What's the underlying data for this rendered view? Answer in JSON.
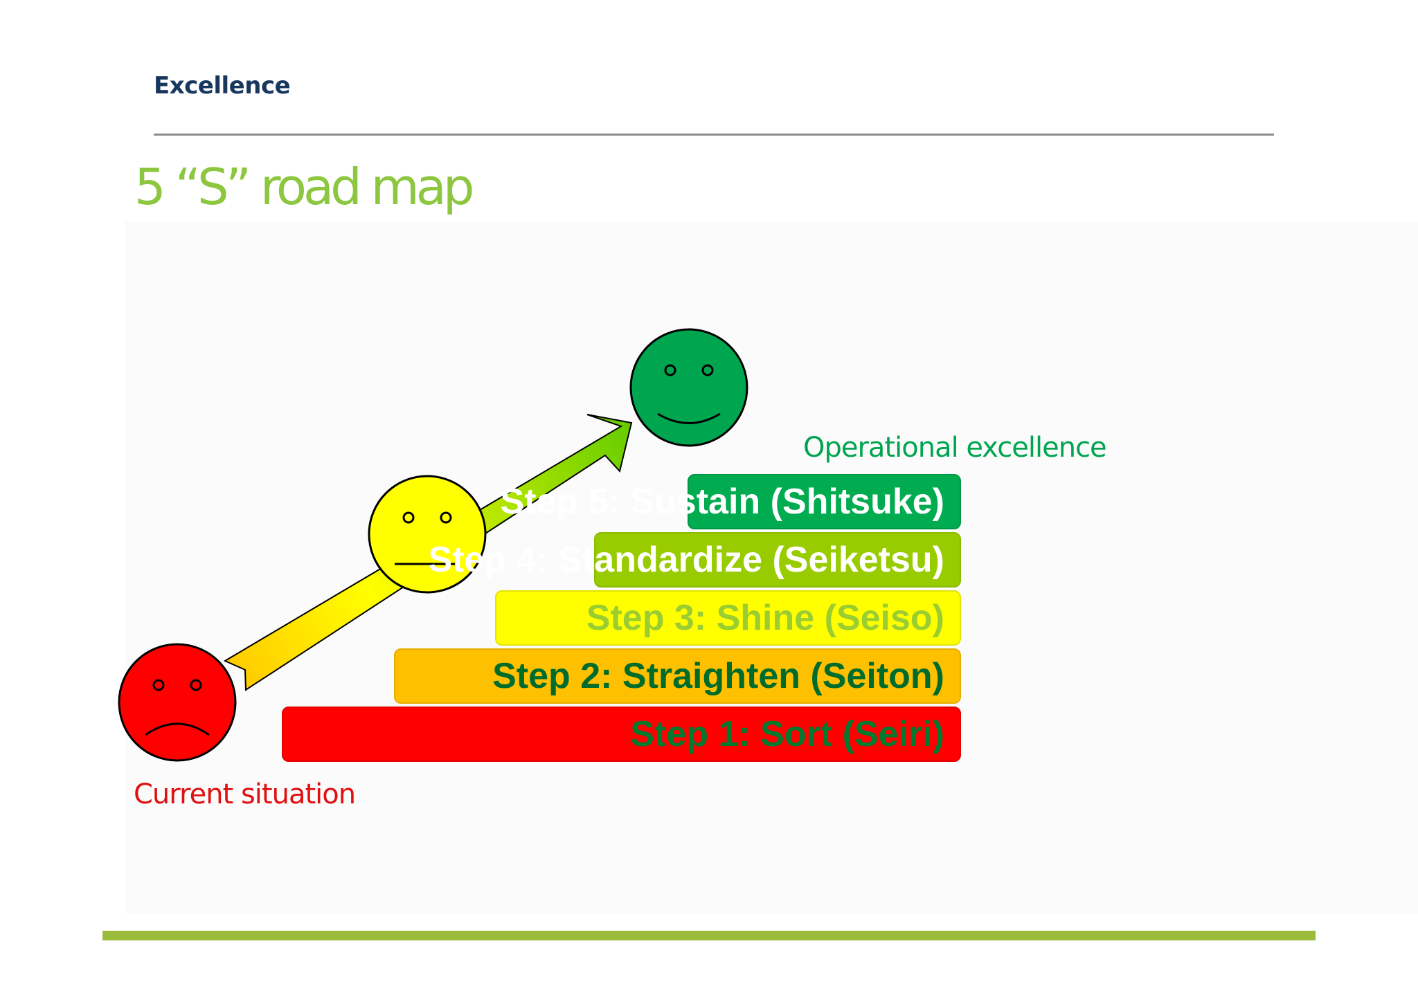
{
  "header": {
    "label": "Excellence"
  },
  "slide": {
    "title": "5 “S” road map"
  },
  "diagram": {
    "goal_label": "Operational excellence",
    "start_label": "Current situation",
    "steps": [
      {
        "label": "Step 5: Sustain (Shitsuke)",
        "fill": "#00ac4f",
        "text_color": "#ffffff"
      },
      {
        "label": "Step 4: Standardize (Seiketsu)",
        "fill": "#99cc00",
        "text_color": "#ffffff"
      },
      {
        "label": "Step 3: Shine (Seiso)",
        "fill": "#ffff00",
        "text_color": "#9acd32"
      },
      {
        "label": "Step 2: Straighten (Seiton)",
        "fill": "#ffc000",
        "text_color": "#006c2c"
      },
      {
        "label": "Step 1: Sort (Seiri)",
        "fill": "#ff0000",
        "text_color": "#007a2e"
      }
    ],
    "faces": [
      {
        "mood": "sad-face-icon",
        "color": "#ff0000"
      },
      {
        "mood": "neutral-face-icon",
        "color": "#ffff00"
      },
      {
        "mood": "happy-face-icon",
        "color": "#00a550"
      }
    ]
  },
  "colors": {
    "header_text": "#17375e",
    "title": "#8dc63f",
    "rule": "#8c8c8c",
    "footer_bar": "#9bbb3a"
  }
}
